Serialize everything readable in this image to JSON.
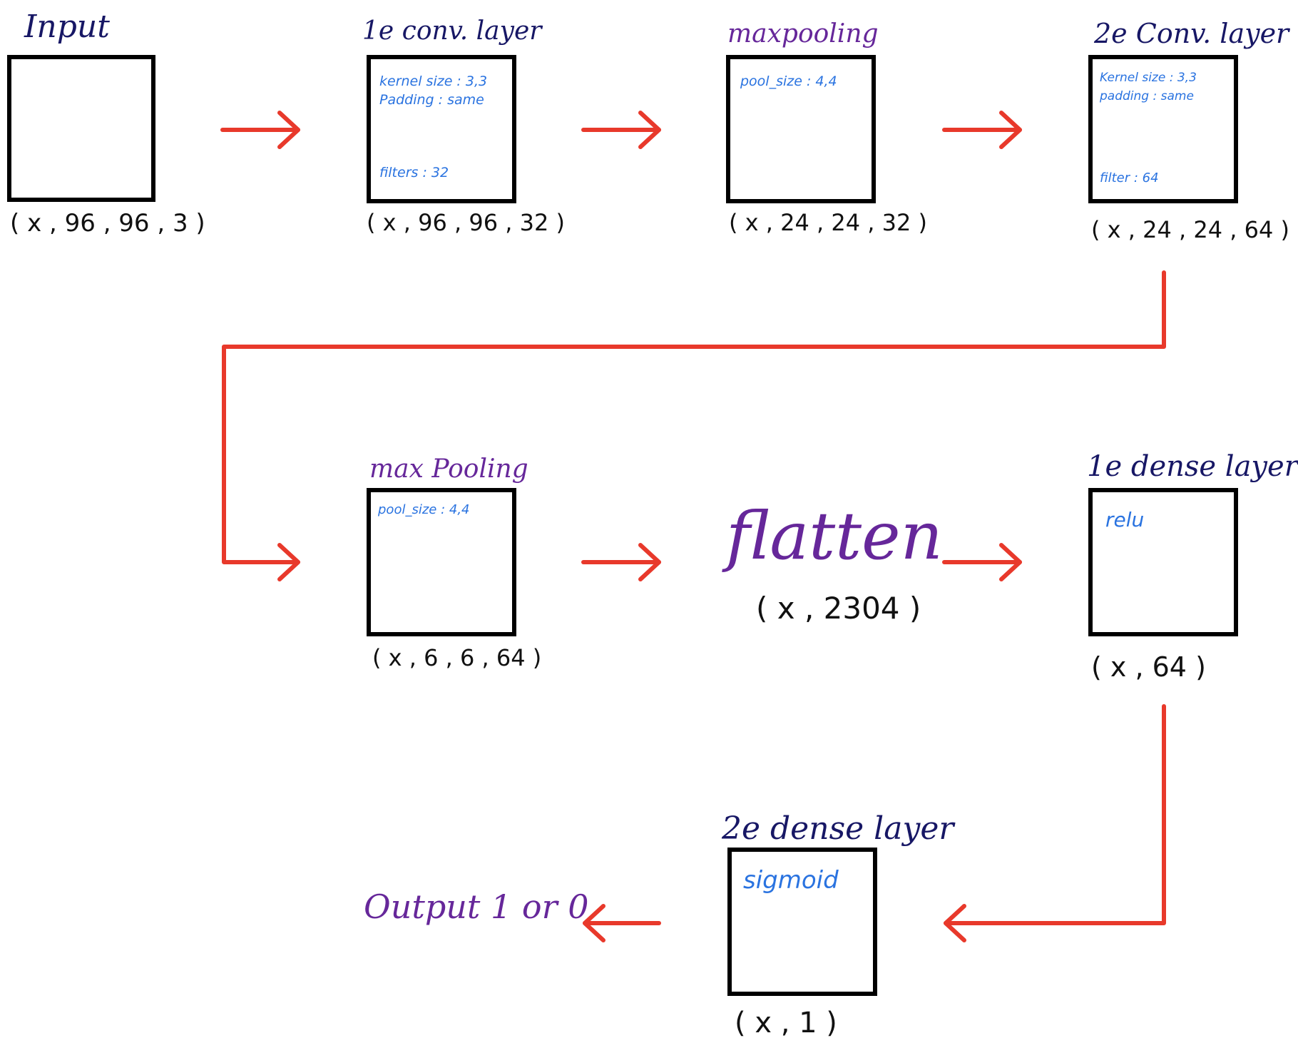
{
  "colors": {
    "arrow": "#e8392b",
    "box_border": "#000000",
    "title_navy": "#171765",
    "title_purple": "#66279a",
    "param_blue": "#2a73e0",
    "shape_text": "#111111"
  },
  "nodes": {
    "input": {
      "title": "Input",
      "shape": "( x , 96 , 96 , 3 )"
    },
    "conv1": {
      "title": "1e conv. layer",
      "params": {
        "kernel": "kernel size : 3,3",
        "padding": "Padding : same",
        "filters": "filters : 32"
      },
      "shape": "( x , 96 , 96 , 32 )"
    },
    "maxpool1": {
      "title": "maxpooling",
      "params": {
        "pool": "pool_size : 4,4"
      },
      "shape": "( x , 24 , 24 , 32 )"
    },
    "conv2": {
      "title": "2e Conv. layer",
      "params": {
        "kernel": "Kernel size : 3,3",
        "padding": "padding : same",
        "filters": "filter : 64"
      },
      "shape": "( x , 24 , 24 , 64 )"
    },
    "maxpool2": {
      "title": "max Pooling",
      "params": {
        "pool": "pool_size : 4,4"
      },
      "shape": "( x , 6 , 6 , 64 )"
    },
    "flatten": {
      "title": "flatten",
      "shape": "( x , 2304 )"
    },
    "dense1": {
      "title": "1e dense layer",
      "params": {
        "activation": "relu"
      },
      "shape": "( x , 64 )"
    },
    "dense2": {
      "title": "2e dense layer",
      "params": {
        "activation": "sigmoid"
      },
      "shape": "( x , 1 )"
    },
    "output": {
      "title": "Output 1 or 0"
    }
  }
}
